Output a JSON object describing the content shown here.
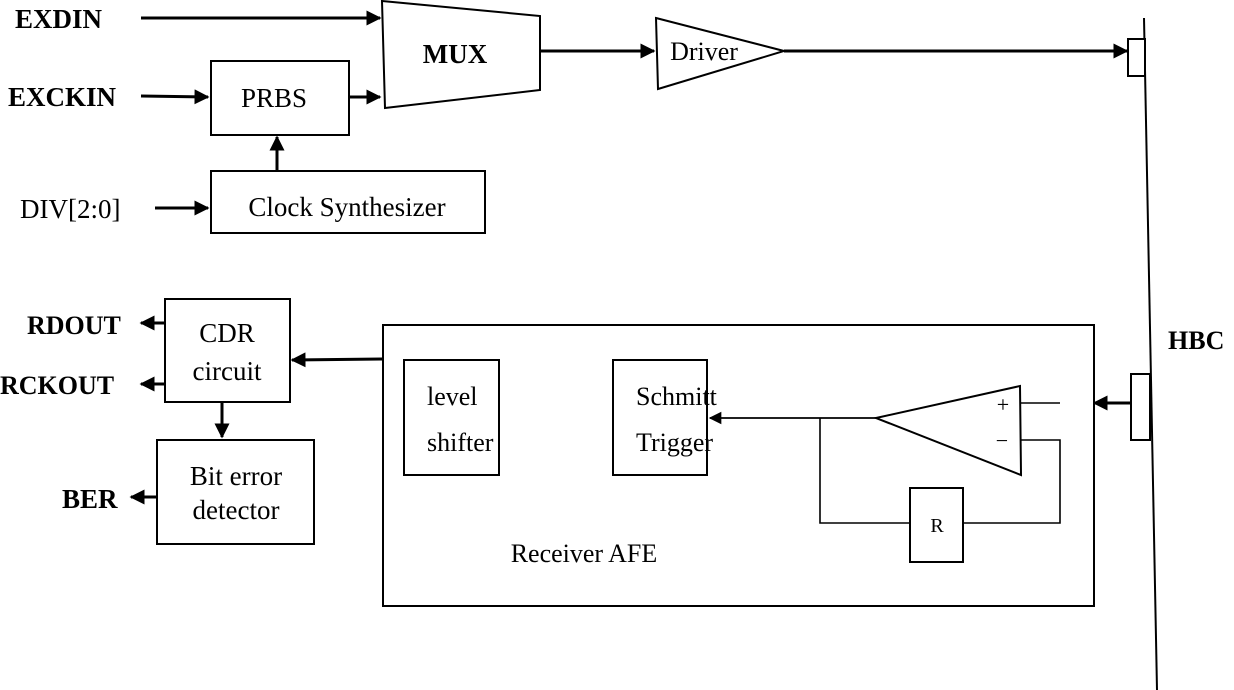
{
  "diagram": {
    "inputs": {
      "exdin": "EXDIN",
      "exckin": "EXCKIN",
      "div": "DIV[2:0]"
    },
    "blocks": {
      "mux": "MUX",
      "prbs": "PRBS",
      "clock_synth": "Clock Synthesizer",
      "driver": "Driver",
      "cdr_line1": "CDR",
      "cdr_line2": "circuit",
      "ber_line1": "Bit error",
      "ber_line2": "detector",
      "level_line1": "level",
      "level_line2": "shifter",
      "schmitt_line1": "Schmitt",
      "schmitt_line2": "Trigger",
      "resistor": "R",
      "afe_label": "Receiver AFE",
      "opamp_plus": "+",
      "opamp_minus": "−"
    },
    "outputs": {
      "rdout": "RDOUT",
      "rckout": "RCKOUT",
      "ber": "BER"
    },
    "channel": "HBC"
  }
}
